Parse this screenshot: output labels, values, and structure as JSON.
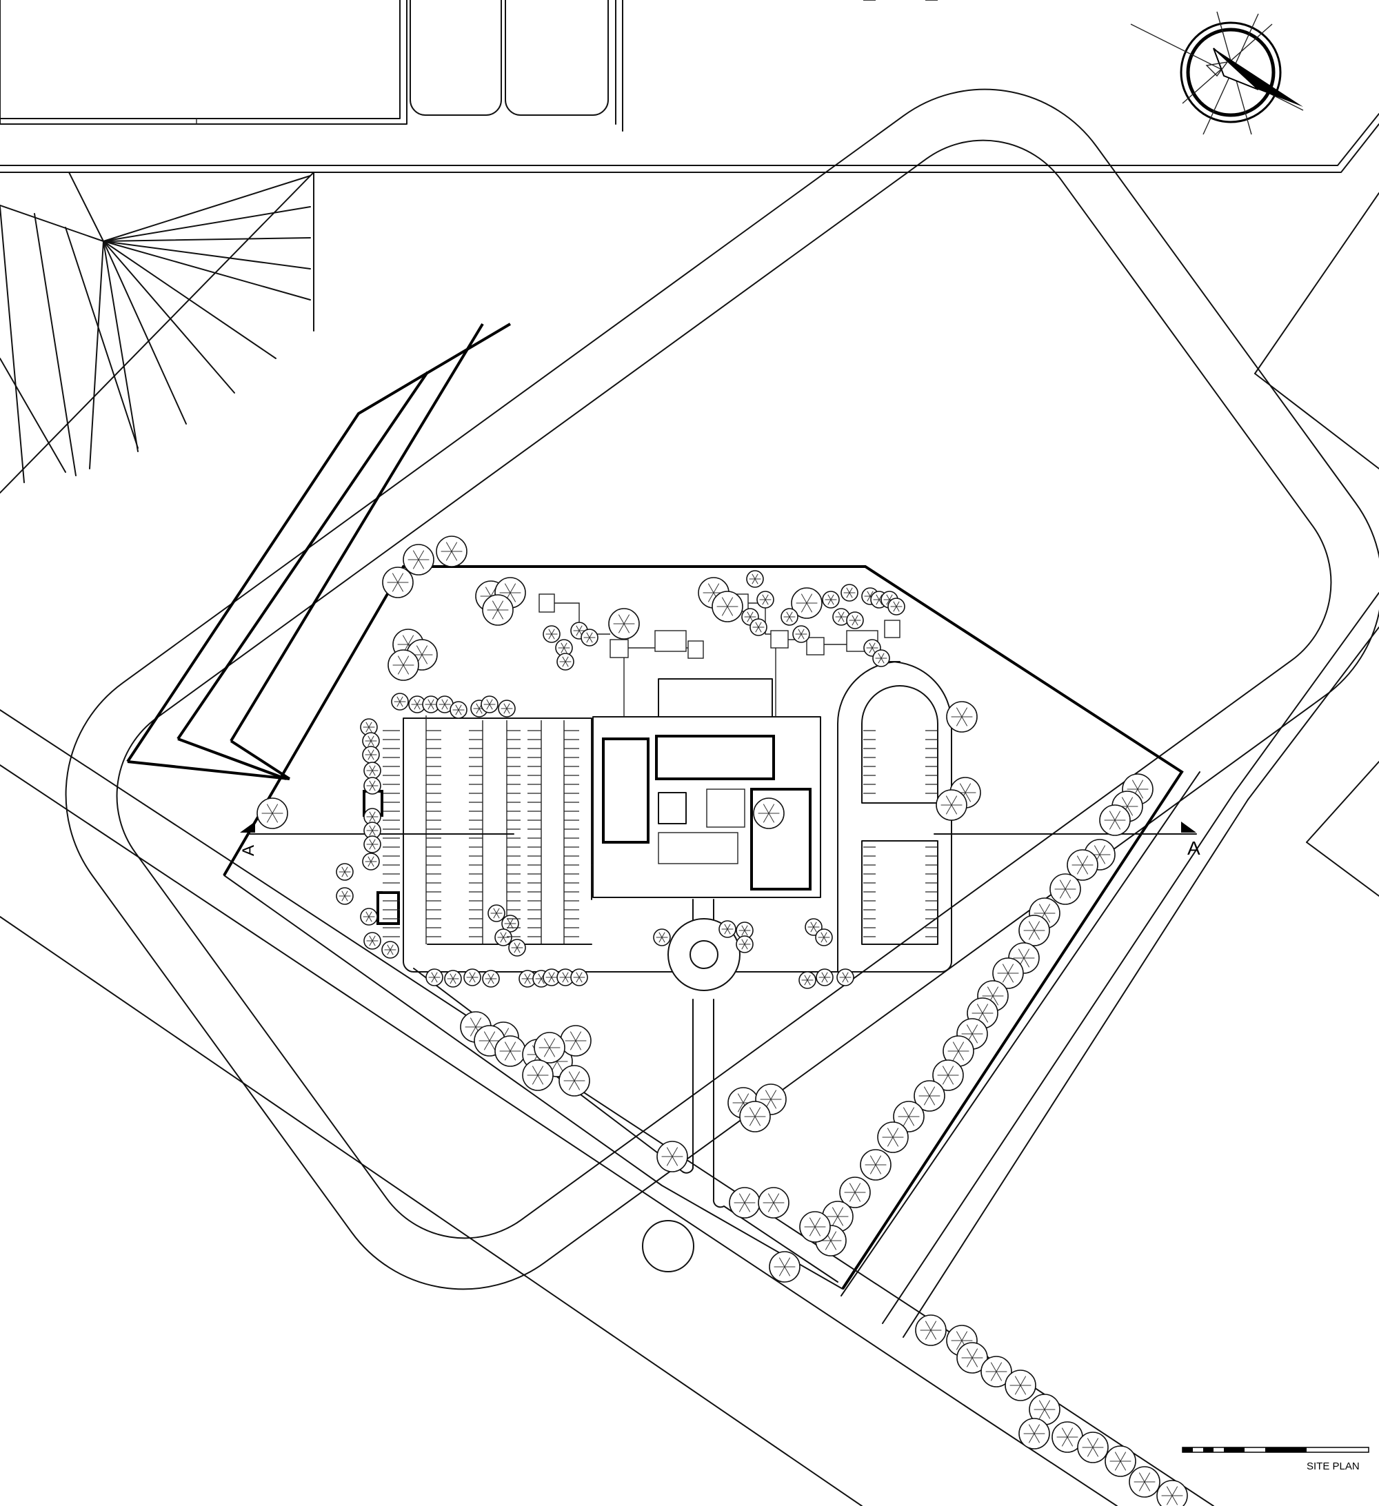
{
  "drawing": {
    "title": "SITE PLAN",
    "section_marker_left": "A",
    "section_marker_right": "A"
  },
  "icons": {
    "north_arrow": "north-arrow-icon",
    "scale_bar": "scale-bar-icon",
    "tree": "tree-icon"
  },
  "colors": {
    "line": "#000000",
    "background": "#ffffff"
  }
}
